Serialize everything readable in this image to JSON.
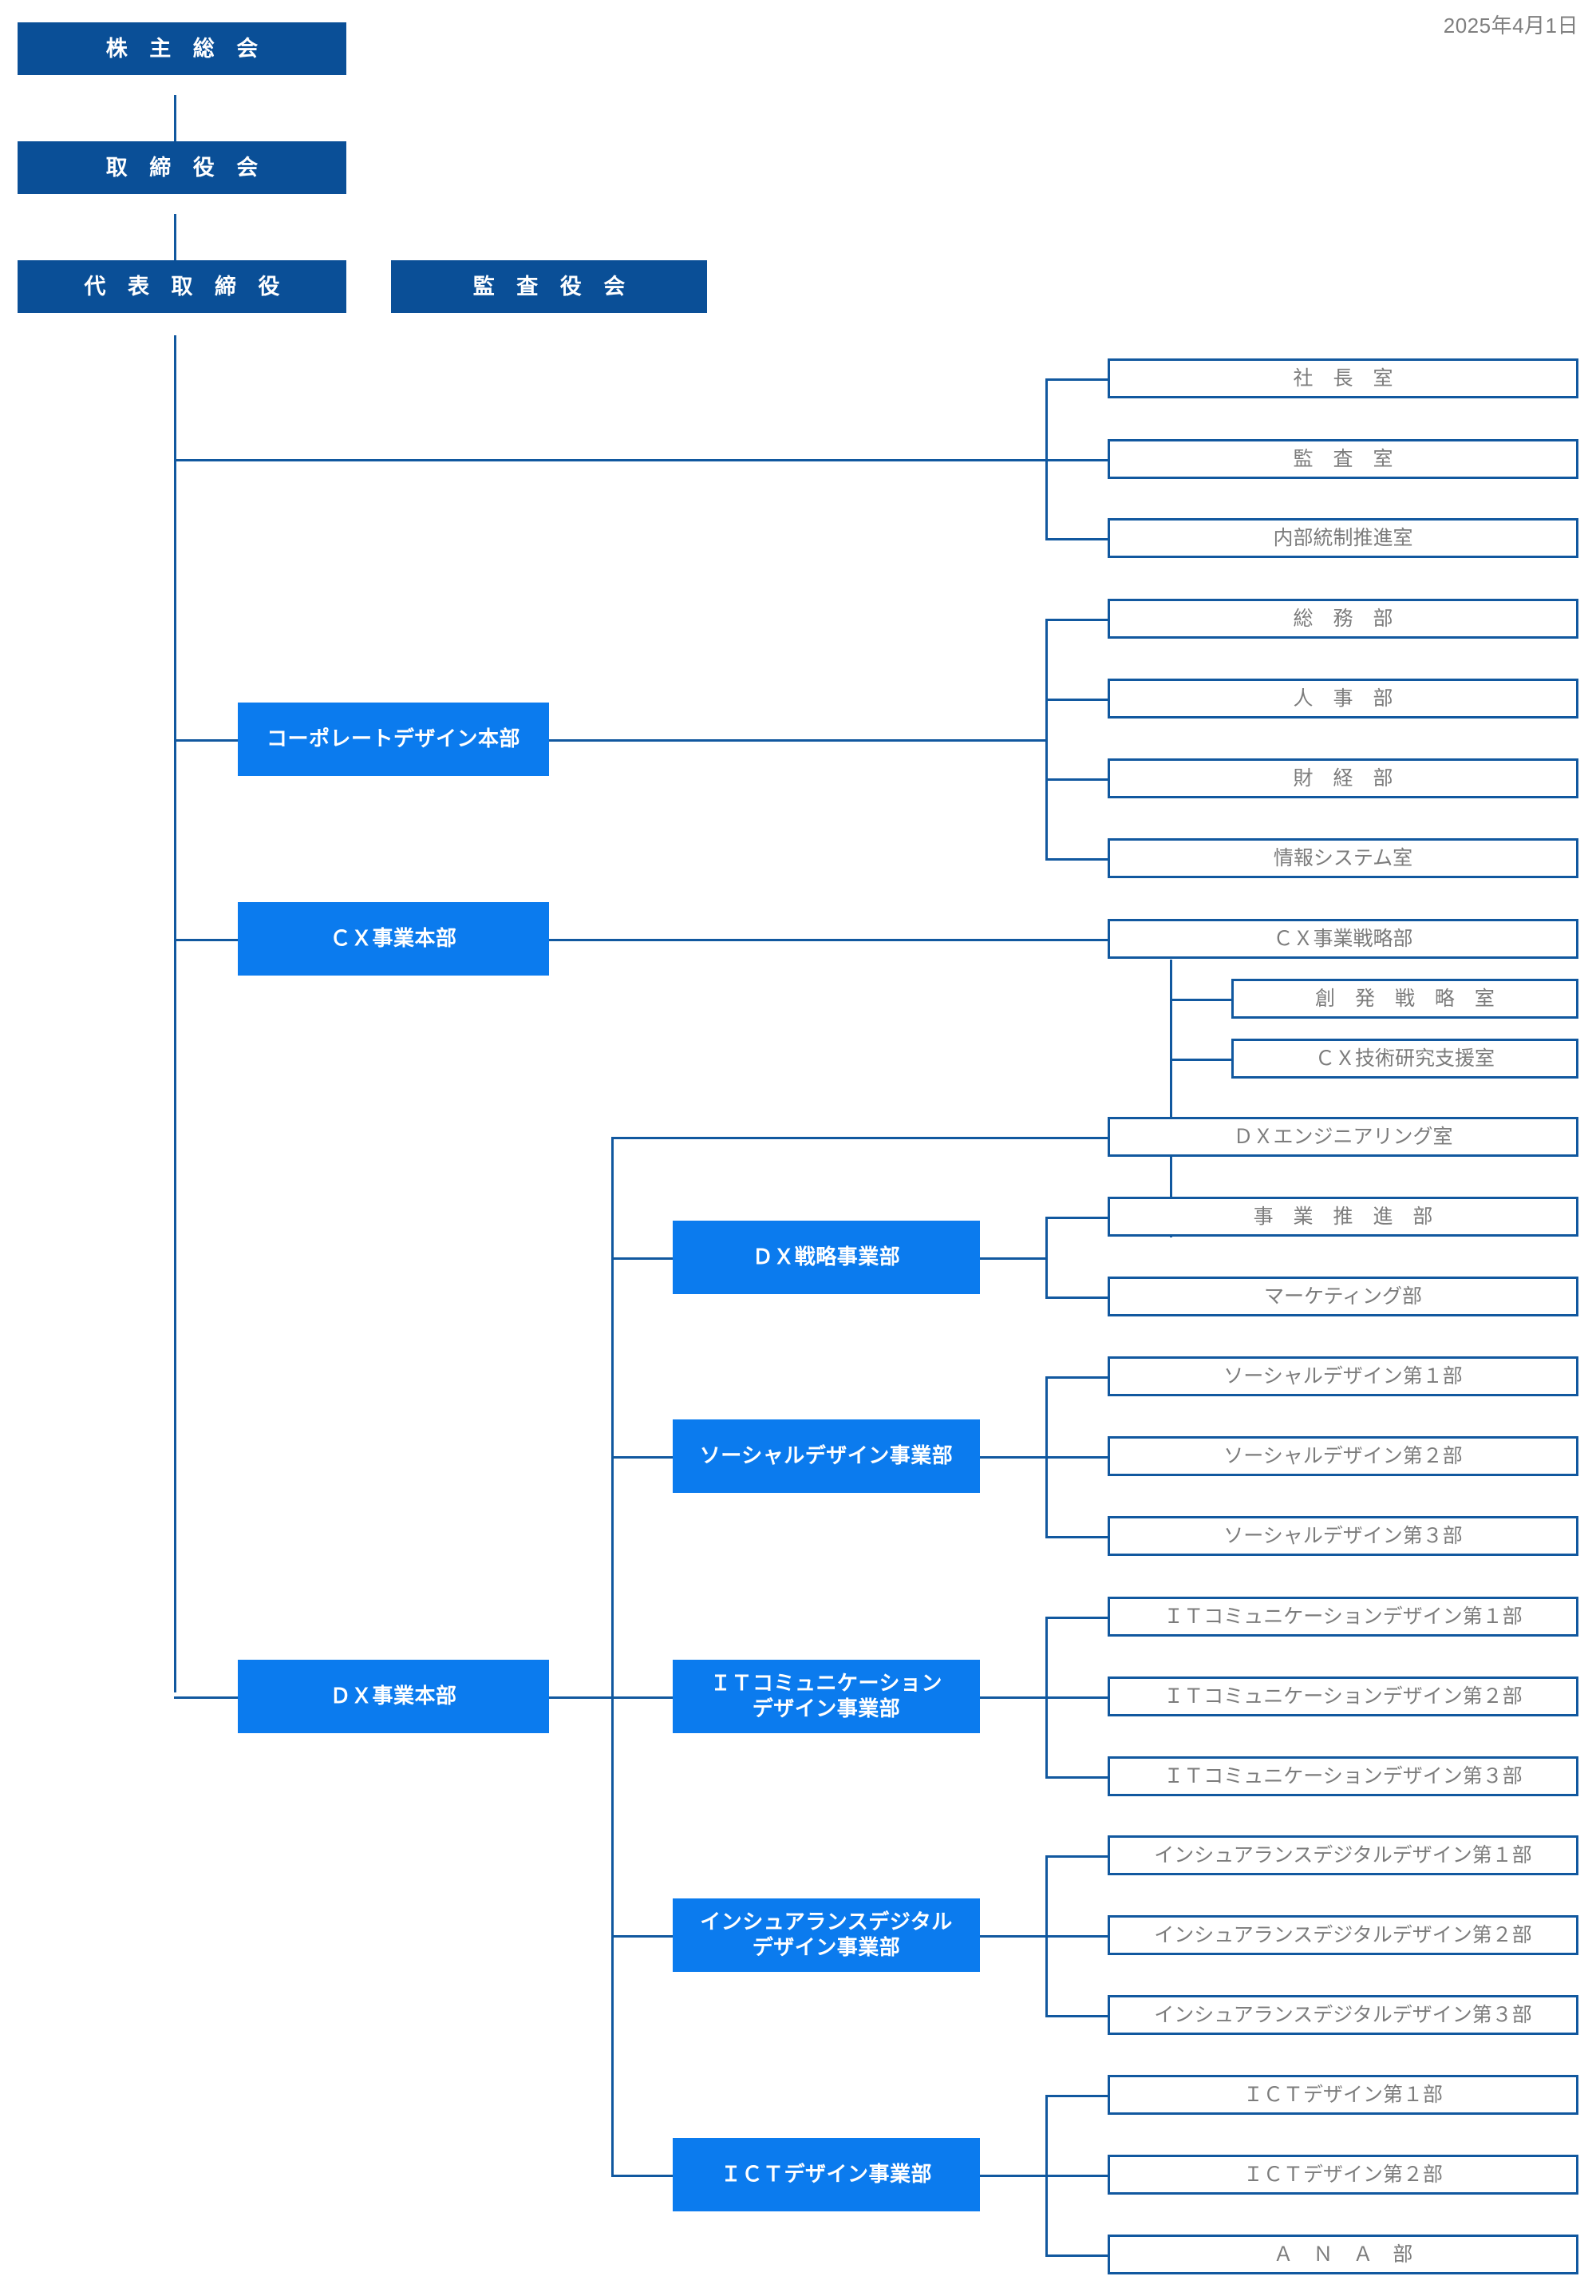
{
  "meta": {
    "date": "2025年4月1日",
    "colors": {
      "governance_fill": "#0a4f97",
      "division_fill": "#0b7bee",
      "department_border": "#11589f",
      "department_text": "#7c7c7c",
      "line": "#11589f",
      "date_text": "#7f7f7f",
      "background": "#ffffff"
    }
  },
  "governance": [
    {
      "id": "shareholders-meeting",
      "label": "株 主 総 会"
    },
    {
      "id": "board-of-directors",
      "label": "取 締 役 会"
    },
    {
      "id": "representative-director",
      "label": "代 表 取 締 役"
    },
    {
      "id": "board-of-auditors",
      "label": "監 査 役 会"
    }
  ],
  "direct_offices": [
    {
      "id": "presidents-office",
      "label": "社 長 室"
    },
    {
      "id": "audit-office",
      "label": "監 査 室"
    },
    {
      "id": "internal-control-office",
      "label": "内部統制推進室"
    }
  ],
  "divisions": [
    {
      "id": "corporate-design-hq",
      "label": "コーポレートデザイン本部",
      "departments": [
        {
          "id": "general-affairs-dept",
          "label": "総 務 部"
        },
        {
          "id": "human-resources-dept",
          "label": "人 事 部"
        },
        {
          "id": "finance-accounting-dept",
          "label": "財 経 部"
        },
        {
          "id": "information-systems-office",
          "label": "情報システム室"
        }
      ]
    },
    {
      "id": "cx-business-hq",
      "label": "ＣＸ事業本部",
      "departments": [
        {
          "id": "cx-business-strategy-dept",
          "label": "ＣＸ事業戦略部",
          "children": [
            {
              "id": "creation-strategy-office",
              "label": "創 発 戦 略 室"
            },
            {
              "id": "cx-technology-research-support-office",
              "label": "ＣＸ技術研究支援室"
            }
          ]
        }
      ]
    },
    {
      "id": "dx-business-hq",
      "label": "ＤＸ事業本部",
      "direct_departments": [
        {
          "id": "dx-engineering-office",
          "label": "ＤＸエンジニアリング室"
        }
      ],
      "sub_divisions": [
        {
          "id": "dx-strategy-business-dept",
          "label": "ＤＸ戦略事業部",
          "departments": [
            {
              "id": "business-promotion-dept",
              "label": "事 業 推 進 部"
            },
            {
              "id": "marketing-dept",
              "label": "マーケティング部"
            }
          ]
        },
        {
          "id": "social-design-business-dept",
          "label": "ソーシャルデザイン事業部",
          "departments": [
            {
              "id": "social-design-dept-1",
              "label": "ソーシャルデザイン第１部"
            },
            {
              "id": "social-design-dept-2",
              "label": "ソーシャルデザイン第２部"
            },
            {
              "id": "social-design-dept-3",
              "label": "ソーシャルデザイン第３部"
            }
          ]
        },
        {
          "id": "it-communication-design-business-dept",
          "label": "ＩＴコミュニケーション\nデザイン事業部",
          "departments": [
            {
              "id": "it-communication-design-dept-1",
              "label": "ＩＴコミュニケーションデザイン第１部"
            },
            {
              "id": "it-communication-design-dept-2",
              "label": "ＩＴコミュニケーションデザイン第２部"
            },
            {
              "id": "it-communication-design-dept-3",
              "label": "ＩＴコミュニケーションデザイン第３部"
            }
          ]
        },
        {
          "id": "insurance-digital-design-business-dept",
          "label": "インシュアランスデジタル\nデザイン事業部",
          "departments": [
            {
              "id": "insurance-digital-design-dept-1",
              "label": "インシュアランスデジタルデザイン第１部"
            },
            {
              "id": "insurance-digital-design-dept-2",
              "label": "インシュアランスデジタルデザイン第２部"
            },
            {
              "id": "insurance-digital-design-dept-3",
              "label": "インシュアランスデジタルデザイン第３部"
            }
          ]
        },
        {
          "id": "ict-design-business-dept",
          "label": "ＩＣＴデザイン事業部",
          "departments": [
            {
              "id": "ict-design-dept-1",
              "label": "ＩＣＴデザイン第１部"
            },
            {
              "id": "ict-design-dept-2",
              "label": "ＩＣＴデザイン第２部"
            },
            {
              "id": "ana-dept",
              "label": "Ａ Ｎ Ａ 部"
            }
          ]
        }
      ]
    }
  ]
}
